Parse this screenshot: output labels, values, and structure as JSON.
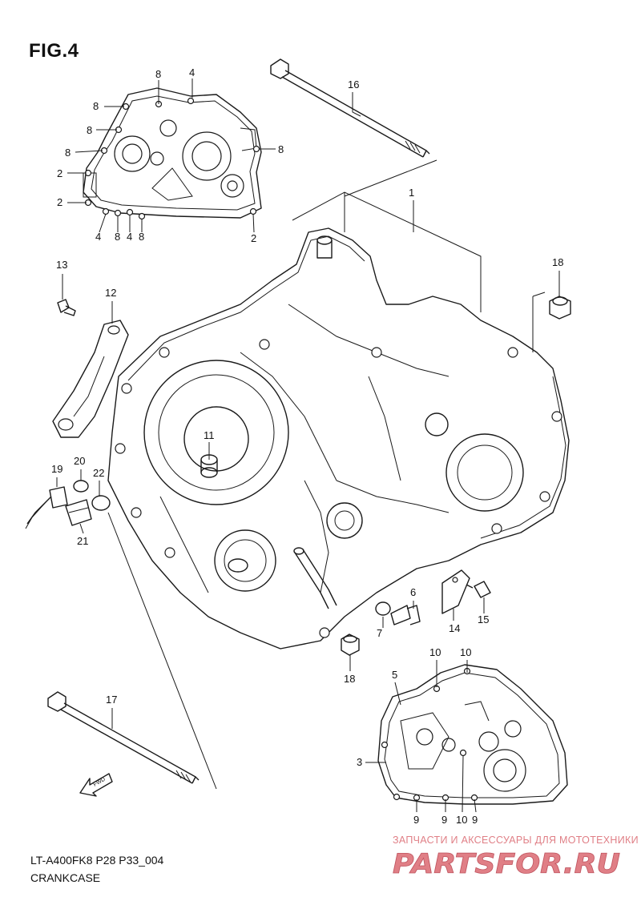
{
  "figure": {
    "title": "FIG.4",
    "code": "LT-A400FK8 P28 P33_004",
    "name": "CRANKCASE",
    "fwd_label": "FWD"
  },
  "watermark": {
    "text": "ЗАПЧАСТИ И АКСЕССУАРЫ ДЛЯ МОТОТЕХНИКИ",
    "logo_text": "PARTSFOR.RU",
    "color": "#e07f86"
  },
  "callouts": [
    {
      "id": "c-8a",
      "label": "8"
    },
    {
      "id": "c-4a",
      "label": "4"
    },
    {
      "id": "c-8b",
      "label": "8"
    },
    {
      "id": "c-8c",
      "label": "8"
    },
    {
      "id": "c-8d",
      "label": "8"
    },
    {
      "id": "c-8e",
      "label": "8"
    },
    {
      "id": "c-2a",
      "label": "2"
    },
    {
      "id": "c-2b",
      "label": "2"
    },
    {
      "id": "c-4b",
      "label": "4"
    },
    {
      "id": "c-8f",
      "label": "8"
    },
    {
      "id": "c-4c",
      "label": "4"
    },
    {
      "id": "c-8g",
      "label": "8"
    },
    {
      "id": "c-2c",
      "label": "2"
    },
    {
      "id": "c-16",
      "label": "16"
    },
    {
      "id": "c-1",
      "label": "1"
    },
    {
      "id": "c-13",
      "label": "13"
    },
    {
      "id": "c-12",
      "label": "12"
    },
    {
      "id": "c-18a",
      "label": "18"
    },
    {
      "id": "c-11",
      "label": "11"
    },
    {
      "id": "c-19",
      "label": "19"
    },
    {
      "id": "c-20",
      "label": "20"
    },
    {
      "id": "c-22",
      "label": "22"
    },
    {
      "id": "c-21",
      "label": "21"
    },
    {
      "id": "c-6",
      "label": "6"
    },
    {
      "id": "c-7",
      "label": "7"
    },
    {
      "id": "c-14",
      "label": "14"
    },
    {
      "id": "c-15",
      "label": "15"
    },
    {
      "id": "c-18b",
      "label": "18"
    },
    {
      "id": "c-10a",
      "label": "10"
    },
    {
      "id": "c-10b",
      "label": "10"
    },
    {
      "id": "c-5",
      "label": "5"
    },
    {
      "id": "c-3",
      "label": "3"
    },
    {
      "id": "c-17",
      "label": "17"
    },
    {
      "id": "c-9a",
      "label": "9"
    },
    {
      "id": "c-9b",
      "label": "9"
    },
    {
      "id": "c-10c",
      "label": "10"
    },
    {
      "id": "c-9c",
      "label": "9"
    }
  ]
}
